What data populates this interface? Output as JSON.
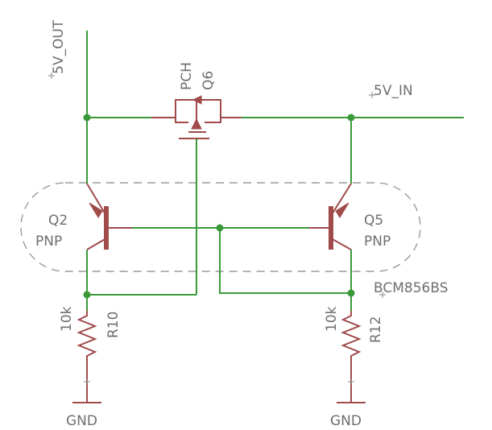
{
  "nets": {
    "out": "5V_OUT",
    "in": "5V_IN",
    "gnd_left": "GND",
    "gnd_right": "GND"
  },
  "components": {
    "q6": {
      "name": "Q6",
      "value": "PCH"
    },
    "q2": {
      "name": "Q2",
      "value": "PNP"
    },
    "q5": {
      "name": "Q5",
      "value": "PNP"
    },
    "pair": {
      "value": "BCM856BS"
    },
    "r10": {
      "name": "R10",
      "value": "10k"
    },
    "r12": {
      "name": "R12",
      "value": "10k"
    }
  },
  "colors": {
    "wire": "#3a9a3a",
    "component": "#a04a4a",
    "text": "#6f6f6f",
    "package_outline": "#9a9a9a",
    "background": "#ffffff"
  }
}
